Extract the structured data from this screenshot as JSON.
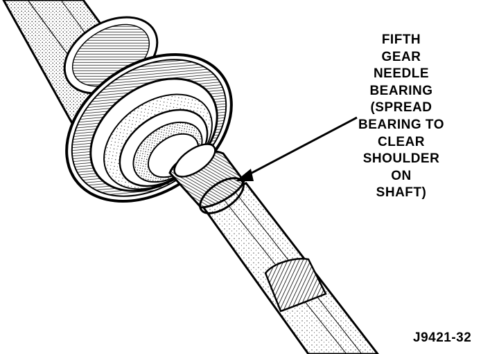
{
  "callout": {
    "lines": [
      "FIFTH",
      "GEAR",
      "NEEDLE",
      "BEARING",
      "(SPREAD",
      "BEARING TO",
      "CLEAR",
      "SHOULDER",
      "ON",
      "SHAFT)"
    ]
  },
  "figure_id": "J9421-32",
  "colors": {
    "ink": "#000000",
    "paper": "#ffffff"
  }
}
